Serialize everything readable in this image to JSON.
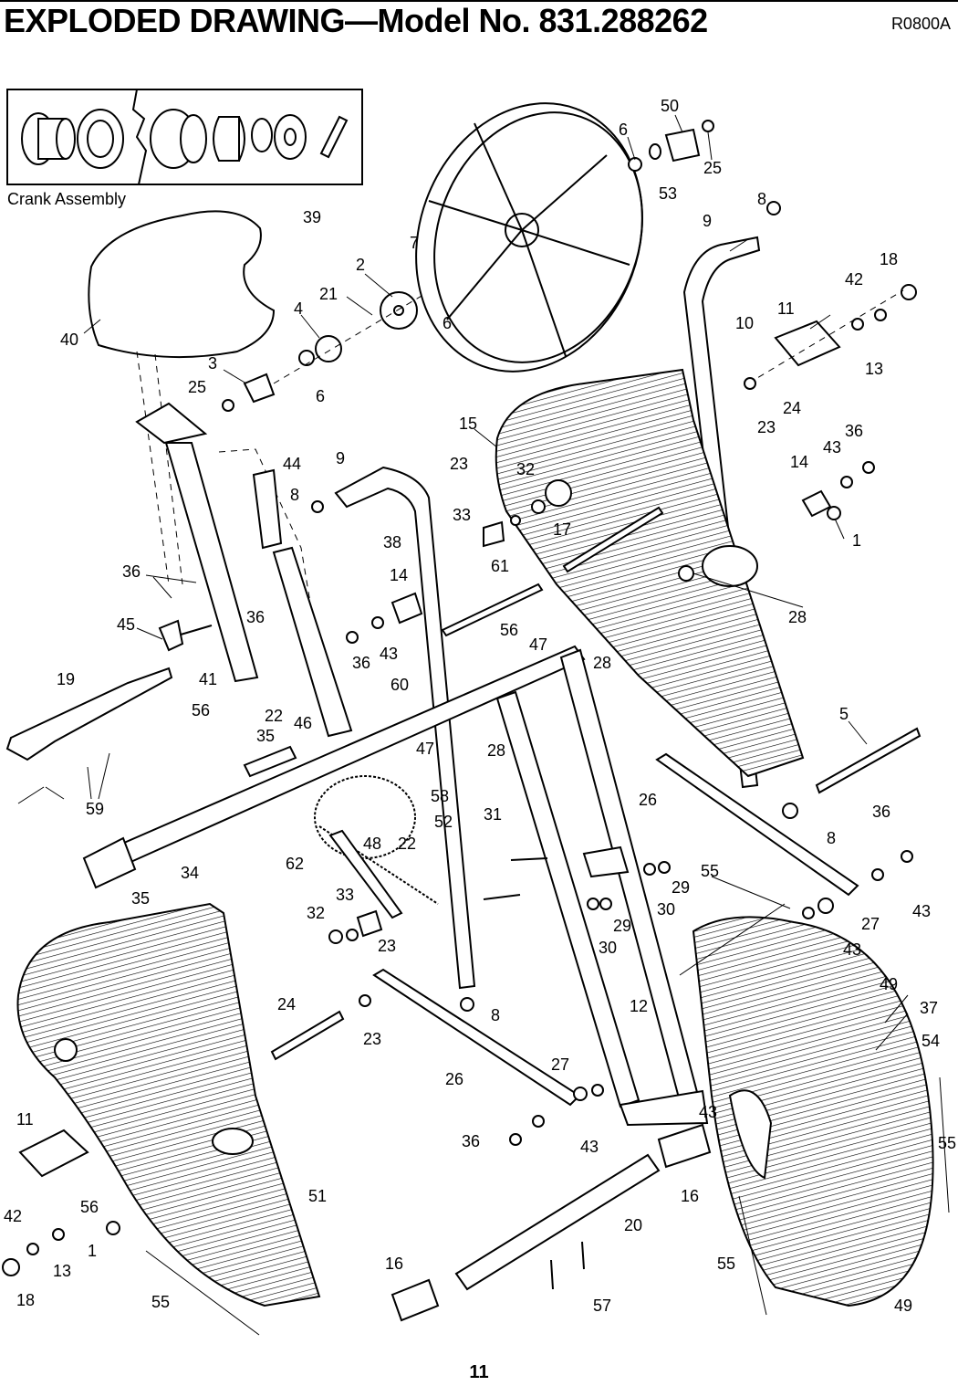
{
  "header": {
    "title": "EXPLODED DRAWING—Model No. 831.288262",
    "revision": "R0800A"
  },
  "inset": {
    "caption": "Crank Assembly"
  },
  "page_number": "11",
  "callouts": [
    {
      "id": "c01",
      "text": "50"
    },
    {
      "id": "c02",
      "text": "6"
    },
    {
      "id": "c03",
      "text": "25"
    },
    {
      "id": "c04",
      "text": "53"
    },
    {
      "id": "c05",
      "text": "8"
    },
    {
      "id": "c06",
      "text": "39"
    },
    {
      "id": "c07",
      "text": "7"
    },
    {
      "id": "c08",
      "text": "9"
    },
    {
      "id": "c09",
      "text": "18"
    },
    {
      "id": "c10",
      "text": "42"
    },
    {
      "id": "c11",
      "text": "2"
    },
    {
      "id": "c12",
      "text": "21"
    },
    {
      "id": "c13",
      "text": "4"
    },
    {
      "id": "c14",
      "text": "6"
    },
    {
      "id": "c15",
      "text": "11"
    },
    {
      "id": "c16",
      "text": "10"
    },
    {
      "id": "c17",
      "text": "40"
    },
    {
      "id": "c18",
      "text": "13"
    },
    {
      "id": "c19",
      "text": "3"
    },
    {
      "id": "c20",
      "text": "6"
    },
    {
      "id": "c21",
      "text": "25"
    },
    {
      "id": "c22",
      "text": "24"
    },
    {
      "id": "c23",
      "text": "23"
    },
    {
      "id": "c24",
      "text": "15"
    },
    {
      "id": "c25",
      "text": "36"
    },
    {
      "id": "c26",
      "text": "43"
    },
    {
      "id": "c27",
      "text": "14"
    },
    {
      "id": "c28",
      "text": "44"
    },
    {
      "id": "c29",
      "text": "9"
    },
    {
      "id": "c30",
      "text": "23"
    },
    {
      "id": "c31",
      "text": "32"
    },
    {
      "id": "c32",
      "text": "8"
    },
    {
      "id": "c33",
      "text": "1"
    },
    {
      "id": "c34",
      "text": "33"
    },
    {
      "id": "c35",
      "text": "17"
    },
    {
      "id": "c36",
      "text": "38"
    },
    {
      "id": "c37",
      "text": "61"
    },
    {
      "id": "c38",
      "text": "14"
    },
    {
      "id": "c39",
      "text": "36"
    },
    {
      "id": "c40",
      "text": "28"
    },
    {
      "id": "c41",
      "text": "36"
    },
    {
      "id": "c42",
      "text": "56"
    },
    {
      "id": "c43",
      "text": "45"
    },
    {
      "id": "c44",
      "text": "47"
    },
    {
      "id": "c45",
      "text": "36"
    },
    {
      "id": "c46",
      "text": "43"
    },
    {
      "id": "c47",
      "text": "28"
    },
    {
      "id": "c48",
      "text": "41"
    },
    {
      "id": "c49",
      "text": "60"
    },
    {
      "id": "c50",
      "text": "19"
    },
    {
      "id": "c51",
      "text": "56"
    },
    {
      "id": "c52",
      "text": "22"
    },
    {
      "id": "c53",
      "text": "46"
    },
    {
      "id": "c54",
      "text": "35"
    },
    {
      "id": "c55",
      "text": "47"
    },
    {
      "id": "c56",
      "text": "28"
    },
    {
      "id": "c57",
      "text": "5"
    },
    {
      "id": "c58",
      "text": "58"
    },
    {
      "id": "c59",
      "text": "59"
    },
    {
      "id": "c60",
      "text": "52"
    },
    {
      "id": "c61",
      "text": "26"
    },
    {
      "id": "c62",
      "text": "31"
    },
    {
      "id": "c63",
      "text": "36"
    },
    {
      "id": "c64",
      "text": "48"
    },
    {
      "id": "c65",
      "text": "22"
    },
    {
      "id": "c66",
      "text": "8"
    },
    {
      "id": "c67",
      "text": "62"
    },
    {
      "id": "c68",
      "text": "34"
    },
    {
      "id": "c69",
      "text": "55"
    },
    {
      "id": "c70",
      "text": "35"
    },
    {
      "id": "c71",
      "text": "29"
    },
    {
      "id": "c72",
      "text": "33"
    },
    {
      "id": "c73",
      "text": "30"
    },
    {
      "id": "c74",
      "text": "43"
    },
    {
      "id": "c75",
      "text": "29"
    },
    {
      "id": "c76",
      "text": "32"
    },
    {
      "id": "c77",
      "text": "27"
    },
    {
      "id": "c78",
      "text": "23"
    },
    {
      "id": "c79",
      "text": "30"
    },
    {
      "id": "c80",
      "text": "43"
    },
    {
      "id": "c81",
      "text": "49"
    },
    {
      "id": "c82",
      "text": "24"
    },
    {
      "id": "c83",
      "text": "8"
    },
    {
      "id": "c84",
      "text": "12"
    },
    {
      "id": "c85",
      "text": "37"
    },
    {
      "id": "c86",
      "text": "23"
    },
    {
      "id": "c87",
      "text": "54"
    },
    {
      "id": "c88",
      "text": "26"
    },
    {
      "id": "c89",
      "text": "27"
    },
    {
      "id": "c90",
      "text": "11"
    },
    {
      "id": "c91",
      "text": "43"
    },
    {
      "id": "c92",
      "text": "55"
    },
    {
      "id": "c93",
      "text": "36"
    },
    {
      "id": "c94",
      "text": "43"
    },
    {
      "id": "c95",
      "text": "16"
    },
    {
      "id": "c96",
      "text": "51"
    },
    {
      "id": "c97",
      "text": "20"
    },
    {
      "id": "c98",
      "text": "42"
    },
    {
      "id": "c99",
      "text": "56"
    },
    {
      "id": "c100",
      "text": "1"
    },
    {
      "id": "c101",
      "text": "13"
    },
    {
      "id": "c102",
      "text": "55"
    },
    {
      "id": "c103",
      "text": "16"
    },
    {
      "id": "c104",
      "text": "18"
    },
    {
      "id": "c105",
      "text": "55"
    },
    {
      "id": "c106",
      "text": "57"
    },
    {
      "id": "c107",
      "text": "49"
    }
  ]
}
